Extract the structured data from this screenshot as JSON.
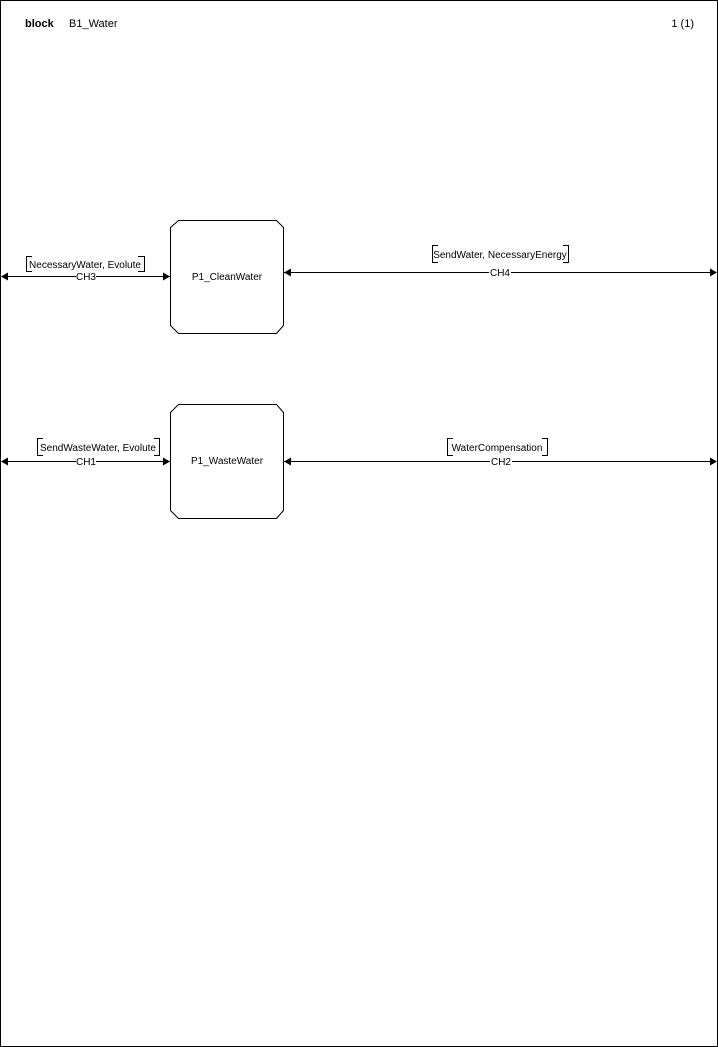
{
  "header": {
    "keyword": "block",
    "name": "B1_Water",
    "page": "1 (1)"
  },
  "processes": [
    {
      "name": "P1_CleanWater"
    },
    {
      "name": "P1_WasteWater"
    }
  ],
  "channels": [
    {
      "name": "CH3",
      "signals": "NecessaryWater, Evolute"
    },
    {
      "name": "CH4",
      "signals": "SendWater, NecessaryEnergy"
    },
    {
      "name": "CH1",
      "signals": "SendWasteWater, Evolute"
    },
    {
      "name": "CH2",
      "signals": "WaterCompensation"
    }
  ]
}
